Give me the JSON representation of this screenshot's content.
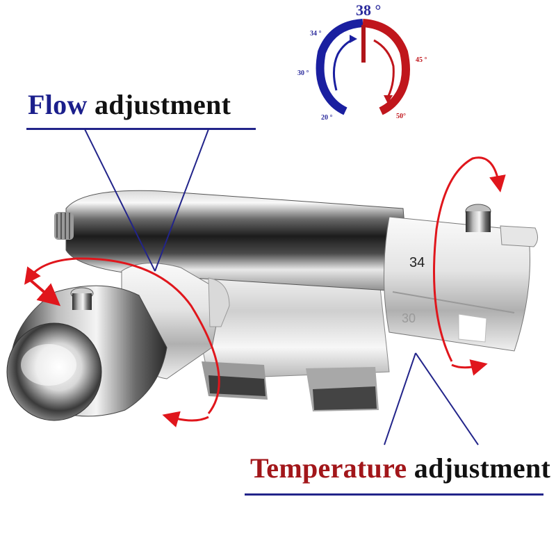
{
  "flow_label": {
    "highlight": "Flow",
    "rest": " adjustment"
  },
  "temperature_label": {
    "highlight": "Temperature",
    "rest": " adjustment"
  },
  "dial": {
    "center": "38 °",
    "marks": {
      "t34": "34 °",
      "t30": "30 °",
      "t20": "20 °",
      "t45": "45 °",
      "t50": "50°"
    }
  },
  "engraving": {
    "top": "34",
    "bottom": "30"
  },
  "colors": {
    "blue": "#1b1f8c",
    "red": "#a2161a",
    "arrow_red": "#e0161c",
    "dial_blue": "#1a1fa0"
  }
}
